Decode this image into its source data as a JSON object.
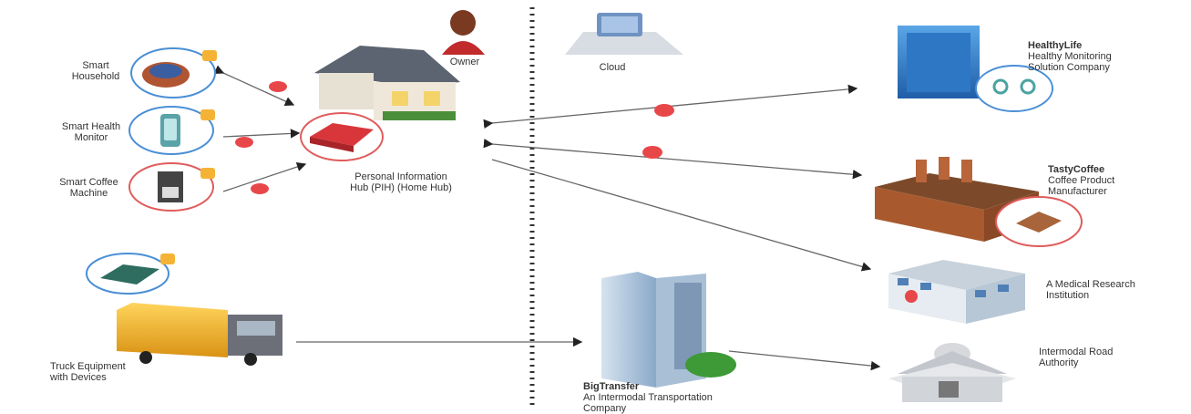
{
  "labels": {
    "smart_household": "Smart\nHousehold",
    "smart_health_monitor": "Smart Health\nMonitor",
    "smart_coffee_machine": "Smart Coffee\nMachine",
    "owner": "Owner",
    "cloud": "Cloud",
    "home_hub": "Personal Information\nHub (PIH) (Home Hub)",
    "truck": "Truck Equipment\nwith Devices",
    "health_company_name": "HealthyLife",
    "health_company_desc": "Healthy Monitoring\nSolution Company",
    "factory_name": "TastyCoffee",
    "factory_desc": "Coffee Product\nManufacturer",
    "hospital": "A Medical Research\nInstitution",
    "transport_name": "BigTransfer",
    "transport_desc": "An Intermodal Transportation\nCompany",
    "authority": "Intermodal Road\nAuthority"
  },
  "colors": {
    "line": "#555555",
    "badge": "#e8474a",
    "ring_blue": "#4a8fd6",
    "ring_red": "#e05c5c",
    "roof": "#5b6470",
    "brick": "#a85a2e",
    "glass": "#4f7fb6",
    "truck_yellow": "#f2b21c",
    "tag_yellow": "#f5b335"
  }
}
